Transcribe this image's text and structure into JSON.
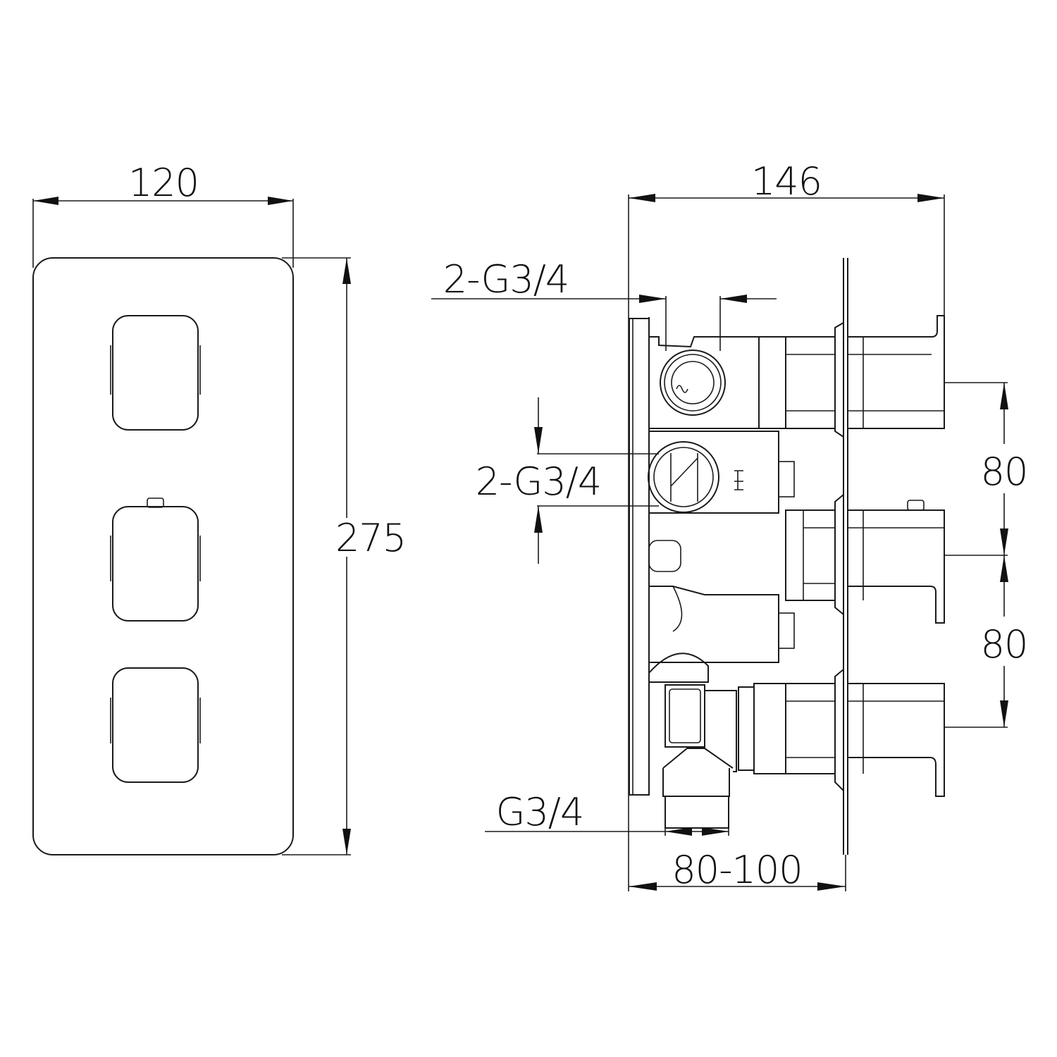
{
  "drawing": {
    "title": "Thermostatic shower valve dimension drawing",
    "units": "mm",
    "line_color": "#1a1a1a",
    "background": "#ffffff"
  },
  "front_view": {
    "width_label": "120",
    "height_label": "275",
    "handles": [
      {
        "name": "top-handle"
      },
      {
        "name": "middle-handle",
        "has_indicator": true
      },
      {
        "name": "bottom-handle"
      }
    ]
  },
  "side_view": {
    "depth_label": "146",
    "top_inlet_label": "2-G3/4",
    "middle_inlet_label": "2-G3/4",
    "outlet_label": "G3/4",
    "wall_depth_label": "80-100",
    "spacing_upper_label": "80",
    "spacing_lower_label": "80"
  }
}
